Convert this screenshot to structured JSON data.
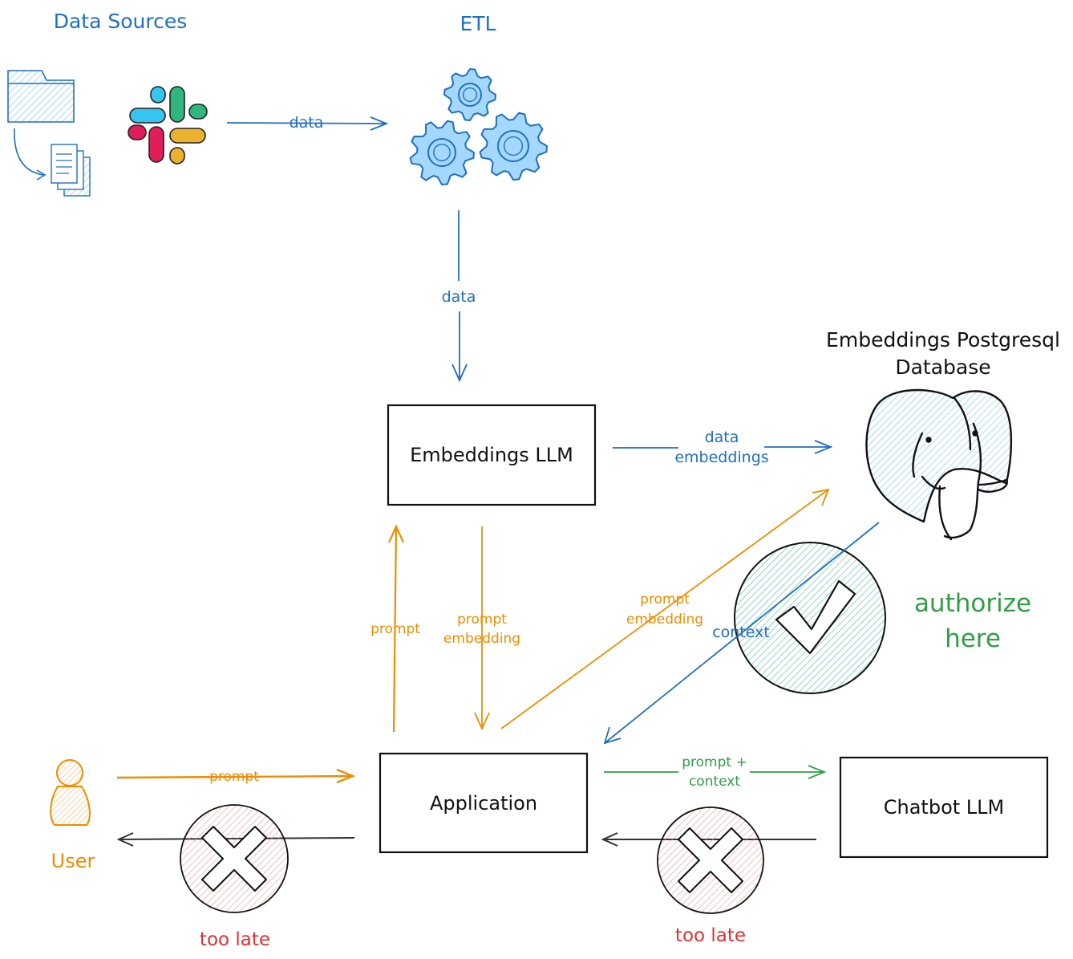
{
  "sections": {
    "data_sources": "Data Sources",
    "etl": "ETL",
    "embeddings_db": [
      "Embeddings Postgresql",
      "Database"
    ]
  },
  "nodes": {
    "embeddings_llm": "Embeddings LLM",
    "application": "Application",
    "chatbot_llm": "Chatbot LLM",
    "user": "User"
  },
  "edges": {
    "sources_to_etl": "data",
    "etl_to_embeddings": "data",
    "embeddings_to_db": [
      "data",
      "embeddings"
    ],
    "app_to_embeddings": "prompt",
    "embeddings_to_app": [
      "prompt",
      "embedding"
    ],
    "app_to_db": [
      "prompt",
      "embedding"
    ],
    "db_to_app": "context",
    "user_to_app": "prompt",
    "app_to_chatbot": [
      "prompt +",
      "context"
    ]
  },
  "annotations": {
    "authorize": [
      "authorize",
      "here"
    ],
    "too_late_left": "too late",
    "too_late_right": "too late"
  },
  "colors": {
    "blue": "#1e6fc2",
    "orange": "#ef8c00",
    "green": "#2f9e44",
    "red": "#e03131",
    "dark": "#111111"
  },
  "icons": [
    "folder-icon",
    "documents-icon",
    "slack-logo-icon",
    "gears-icon",
    "postgresql-elephant-icon",
    "user-icon",
    "check-icon",
    "cross-icon"
  ]
}
